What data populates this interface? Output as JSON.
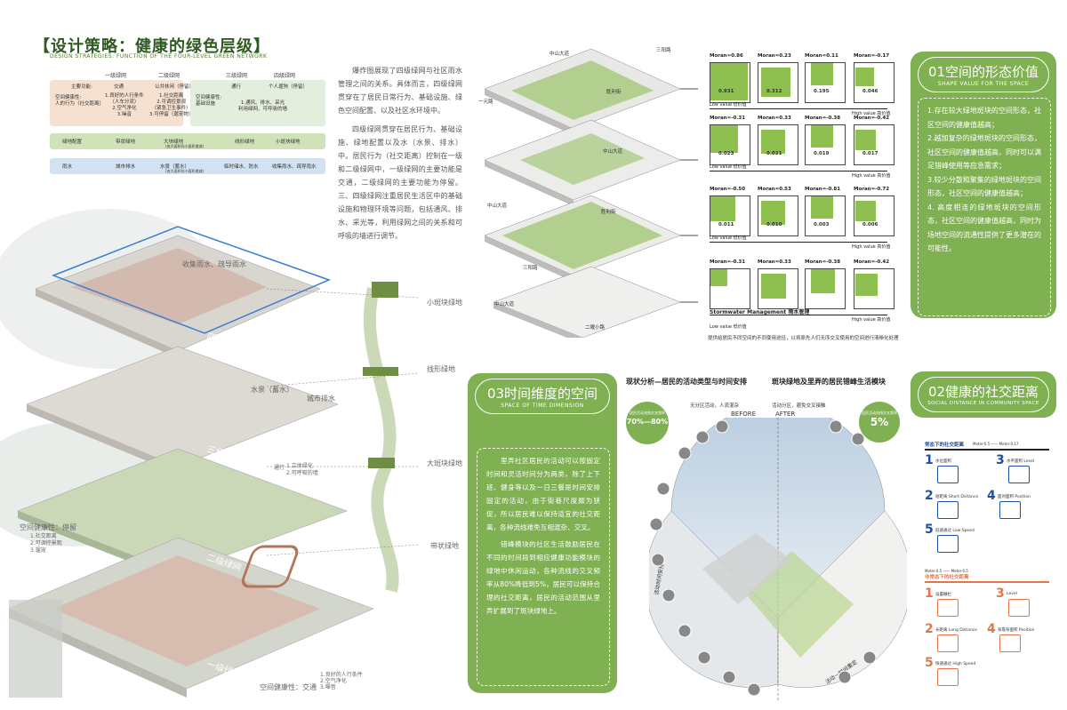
{
  "header": {
    "title": "【设计策略：健康的绿色层级】",
    "subtitle": "DESIGN STRATEGIES: FUNCTION OF THE FOUR-LEVEL GREEN NETWORK"
  },
  "table": {
    "levels": [
      "一级绿网",
      "二级绿网",
      "三级绿网",
      "四级绿网"
    ],
    "main_function_label": "主要功能:",
    "main_functions": [
      "交通",
      "公共休闲（停留）",
      "通行",
      "个人遛狗（停留）"
    ],
    "health_label": "空间健康性:\n人的行为（社交距离）",
    "health_items_1": "1.良好的人行条件\n（人车分流）\n2.空气净化\n3.噪音",
    "health_items_2": "1.社交距离\n2.可调控景观\n（紧急卫生事件）\n3.可停留（遛宠物）",
    "infra_label": "空间健康性:\n基础设施",
    "infra_items": "1.通风、排水、采光\n利用绿网、可呼吸的墙",
    "green_band_label": "绿地配置",
    "green_band_items": [
      "带状绿地",
      "大块绿地",
      "线形绿地",
      "小斑块绿地"
    ],
    "green_band_note": "(由大面积向小面积递减)",
    "rain_band_label": "雨水",
    "rain_band_items": [
      "城市排水",
      "水景（蓄水）",
      "临时储水、防水",
      "收集雨水、疏导雨水"
    ],
    "rain_band_note": "(由大面积向小面积递减)"
  },
  "paragraph": {
    "p1": "爆炸图展现了四级绿网与社区雨水管理之间的关系。具体而言，四级绿网贯穿在了居民日常行为、基础设施、绿色空间配置、以及社区水环境中。",
    "p2": "四级绿网贯穿在居民行为、基础设施、绿地配置以及水（水景、排水）中。居民行为（社交距离）控制在一级和二级绿网中，一级绿网的主要功能是交通，二级绿网的主要功能为停留。三、四级绿网注重居民生活区中的基础设施和物理环境等问题，包括通风、排水、采光等，利用绿网之间的关系和可呼吸的墙进行调节。"
  },
  "exploded": {
    "labels": {
      "rain_collect": "收集雨水、疏导雨水",
      "small_patch": "小斑块绿地",
      "linear": "线形绿地",
      "water_feature": "水景（蓄水）",
      "city_drain": "城市排水",
      "big_patch": "大斑块绿地",
      "belt": "带状绿地",
      "level4": "四级绿网",
      "level3": "三级绿网",
      "level2": "二级绿网",
      "level1": "一级绿网",
      "pass": "通行",
      "pass_items": "1.立体绿化\n2.可呼吸的墙",
      "stay": "空间健康性：停留",
      "stay_items": "1.社交距离\n2.可调控景观\n3.遛宠",
      "traffic": "空间健康性：交通",
      "traffic_items": "1.良好的人行条件\n2.空气净化\n3.噪音"
    }
  },
  "morphology": {
    "roads": {
      "zhongshan": "中山大道",
      "sanyang": "三阳路",
      "yiyuan": "一元路",
      "shengli": "胜利街",
      "erye": "二曜小路"
    },
    "rows": [
      {
        "morans": [
          "Moran=0.86",
          "Moran=0.23",
          "Moran=0.11",
          "Moran=-0.17"
        ],
        "values": [
          "0.931",
          "0.312",
          "0.195",
          "0.046"
        ],
        "low": "Low value 低价值",
        "high": "High value 高价值"
      },
      {
        "morans": [
          "Moran=-0.31",
          "Moran=0.33",
          "Moran=-0.38",
          "Moran=-0.42"
        ],
        "values": [
          "0.023",
          "0.021",
          "0.019",
          "0.017"
        ],
        "low": "Low value 低价值",
        "high": "High value 高价值"
      },
      {
        "morans": [
          "Moran=-0.50",
          "Moran=0.53",
          "Moran=-0.81",
          "Moran=-0.72"
        ],
        "values": [
          "0.011",
          "0.010",
          "0.003",
          "0.006"
        ],
        "low": "Low value 低价值",
        "high": "High value 高价值"
      },
      {
        "morans": [
          "Moran=-0.31",
          "Moran=0.33",
          "Moran=-0.38",
          "Moran=-0.42"
        ],
        "values": [],
        "low": "Stormwater Management 雨水管理",
        "high": "High value 高价值"
      }
    ],
    "low_value_row4": "Low value 低价值",
    "caption": "提供给居民不同空间的不同使用途径，以将原先人们无序交叉使用的空间进行清晰化处理"
  },
  "box01": {
    "title": "01空间的形态价值",
    "subtitle": "SHAPE VALUE FOR THE SPACE",
    "items": [
      "1.存在较大绿地斑块的空间形态，社区空间的健康值越高；",
      "2.越加复杂的绿地斑块的空间形态，社区空间的健康值越高，同时可以满足错峰使用等应急需求；",
      "3.较少分散和聚集的绿地斑块的空间形态，社区空间的健康值越高；",
      "4. 高度相连的绿地斑块的空间形态，社区空间的健康值越高，同时为场地空间的流通性提供了更多潜在的可能性。"
    ]
  },
  "box03": {
    "title": "03时间维度的空间",
    "subtitle": "SPACE OF TIME DIMENSION",
    "body1": "里弄社区居民的活动可以按固定时间和灵活时间分为两类，除了上下班、健身等以及一日三餐是时间安排固定的活动，由于街巷尺度颇为狭促，所以居民难以保持适宜的社交距离，各种流线难免互相混杂、交叉。",
    "body2": "错峰模块的社区生活鼓励居民在不同的时间段到相应健康功能模块的绿地中休闲运动，各种流线的交叉频率从80%降低到5%，居民可以保持合理的社交距离，居民的活动范围从里弄扩展到了斑块绿地上。"
  },
  "clock": {
    "title_left": "现状分析—居民的活动类型与时间安排",
    "title_right": "斑块绿地及里弄的居民错峰生活模块",
    "note_left": "无分区活动，人流混杂",
    "note_right": "活动分区，避免交叉接触",
    "before": "BEFORE",
    "after": "AFTER",
    "cross_label": "居民活动流线交叉频率",
    "before_pct": "70%—80%",
    "after_pct": "5%",
    "axis_left": "活动时间安排",
    "axis_right": "活动－时间重定"
  },
  "box02": {
    "title": "02健康的社交距离",
    "subtitle": "SOCIAL DISTANCE IN COMMUNITY SPACE",
    "normal": "常态下的社交距离",
    "emergency": "非常态下的社交距离",
    "normal_items": [
      {
        "n": "1",
        "t": "水位面积"
      },
      {
        "n": "2",
        "t": "短距离 Short Distance"
      },
      {
        "n": "3",
        "t": "水平面积 Level"
      },
      {
        "n": "4",
        "t": "面对面积 Position"
      },
      {
        "n": "5",
        "t": "低速通过 Low Speed"
      }
    ],
    "emergency_items": [
      {
        "n": "1",
        "t": "设置栅栏"
      },
      {
        "n": "2",
        "t": "长距离 Long Distance"
      },
      {
        "n": "3",
        "t": "Level"
      },
      {
        "n": "4",
        "t": "背靠背面积 Position"
      },
      {
        "n": "5",
        "t": "快速通过 High Speed"
      }
    ],
    "normal_scale": "Meter-0.5  ——  Meter-0.17",
    "emergency_scale": "Meter-0.5  ——  Meter-0.5"
  },
  "colors": {
    "accent": "#7fb052",
    "dark_green": "#2f5a22",
    "blue": "#3b7fd1",
    "orange": "#e4774a"
  }
}
